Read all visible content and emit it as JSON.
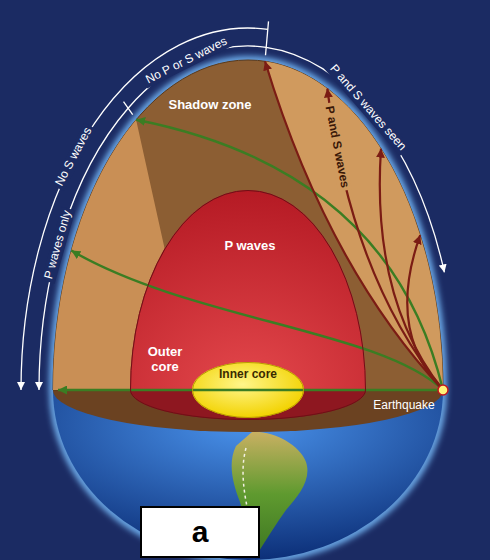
{
  "diagram": {
    "nodes": [
      {
        "text": [
          "Outer core"
        ]
      },
      {
        "text": [
          "Inner core"
        ],
        "in": 0
      },
      {
        "text": [
          "a"
        ]
      }
    ],
    "labels": [
      "No S waves",
      "P waves only",
      "No P or S waves",
      "P and S waves seen",
      "Shadow zone",
      "P and S waves",
      "P waves",
      "Earthquake"
    ]
  }
}
